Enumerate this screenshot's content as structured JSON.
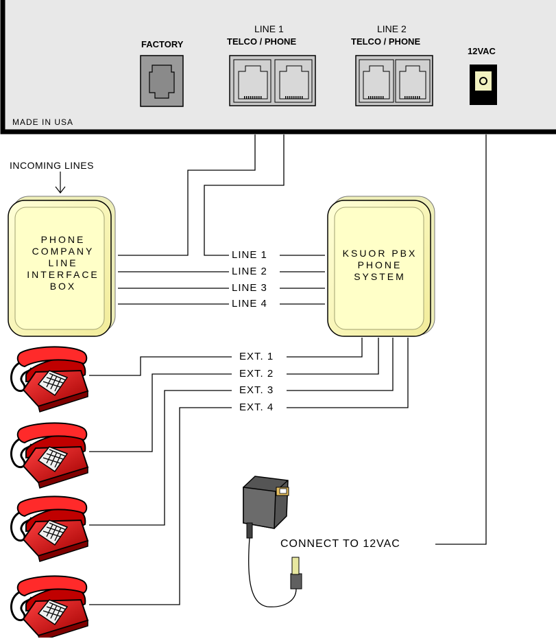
{
  "panel": {
    "made_in": "MADE IN USA",
    "factory_label": "FACTORY",
    "line1_top": "LINE 1",
    "line1_bottom": "TELCO / PHONE",
    "line2_top": "LINE 2",
    "line2_bottom": "TELCO / PHONE",
    "power_label": "12VAC"
  },
  "incoming_lines": "INCOMING LINES",
  "interface_box": [
    "PHONE",
    "COMPANY",
    "LINE",
    "INTERFACE",
    "BOX"
  ],
  "pbx_box": [
    "KSUOR PBX",
    "PHONE",
    "SYSTEM"
  ],
  "line_labels": [
    "LINE 1",
    "LINE 2",
    "LINE 3",
    "LINE 4"
  ],
  "ext_labels": [
    "EXT. 1",
    "EXT. 2",
    "EXT. 3",
    "EXT. 4"
  ],
  "connect_label": "CONNECT TO 12VAC",
  "colors": {
    "panel_fill": "#e8e8e8",
    "box_fill": "#ffffc0",
    "box_border": "#d8d8a0",
    "phone_red": "#e00000",
    "adapter_gray": "#606060"
  }
}
